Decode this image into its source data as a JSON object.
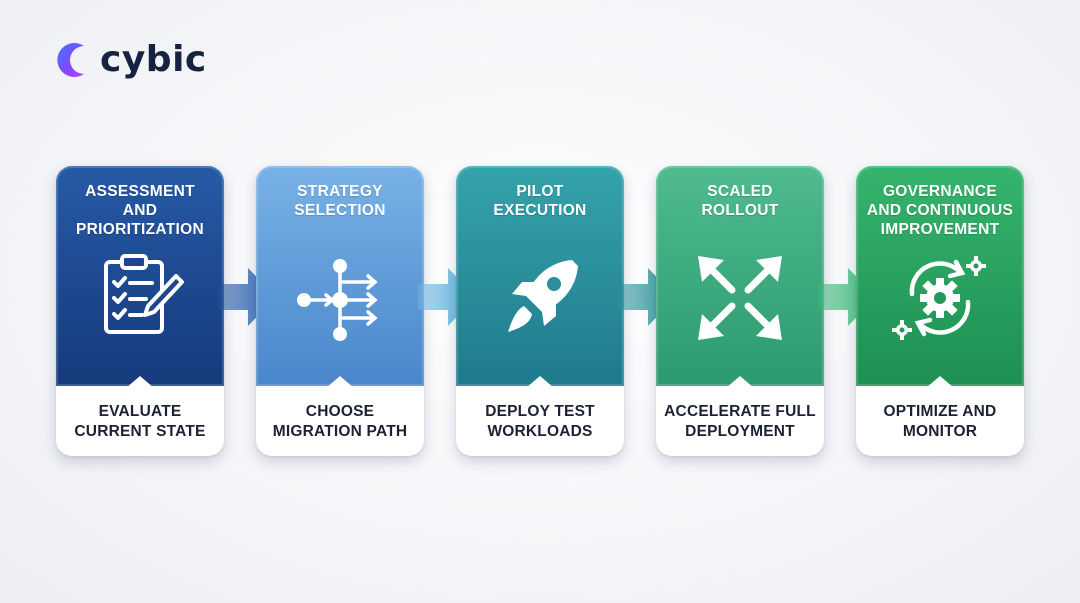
{
  "brand": {
    "name": "cybic",
    "icon": "crescent-logo-icon"
  },
  "stages": [
    {
      "title": "ASSESSMENT\nAND\nPRIORITIZATION",
      "description": "EVALUATE\nCURRENT STATE",
      "icon": "clipboard-checklist-icon",
      "color_top": "#1f4f96",
      "color_bottom": "#163d80"
    },
    {
      "title": "STRATEGY\nSELECTION",
      "description": "CHOOSE\nMIGRATION PATH",
      "icon": "branching-flow-icon",
      "color_top": "#6aa6df",
      "color_bottom": "#4c88cc"
    },
    {
      "title": "PILOT\nEXECUTION",
      "description": "DEPLOY TEST\nWORKLOADS",
      "icon": "rocket-icon",
      "color_top": "#2d9aa2",
      "color_bottom": "#217e8f"
    },
    {
      "title": "SCALED\nROLLOUT",
      "description": "ACCELERATE FULL\nDEPLOYMENT",
      "icon": "expand-arrows-icon",
      "color_top": "#46b58a",
      "color_bottom": "#2f9d73"
    },
    {
      "title": "GOVERNANCE\nAND CONTINUOUS\nIMPROVEMENT",
      "description": "OPTIMIZE AND\nMONITOR",
      "icon": "gears-cycle-icon",
      "color_top": "#2fae68",
      "color_bottom": "#1f9456"
    }
  ],
  "arrows": [
    {
      "icon": "arrow-right-icon",
      "color": "#2f66b5"
    },
    {
      "icon": "arrow-right-icon",
      "color": "#6fb6e6"
    },
    {
      "icon": "arrow-right-icon",
      "color": "#2f9ba6"
    },
    {
      "icon": "arrow-right-icon",
      "color": "#43c27c"
    }
  ]
}
